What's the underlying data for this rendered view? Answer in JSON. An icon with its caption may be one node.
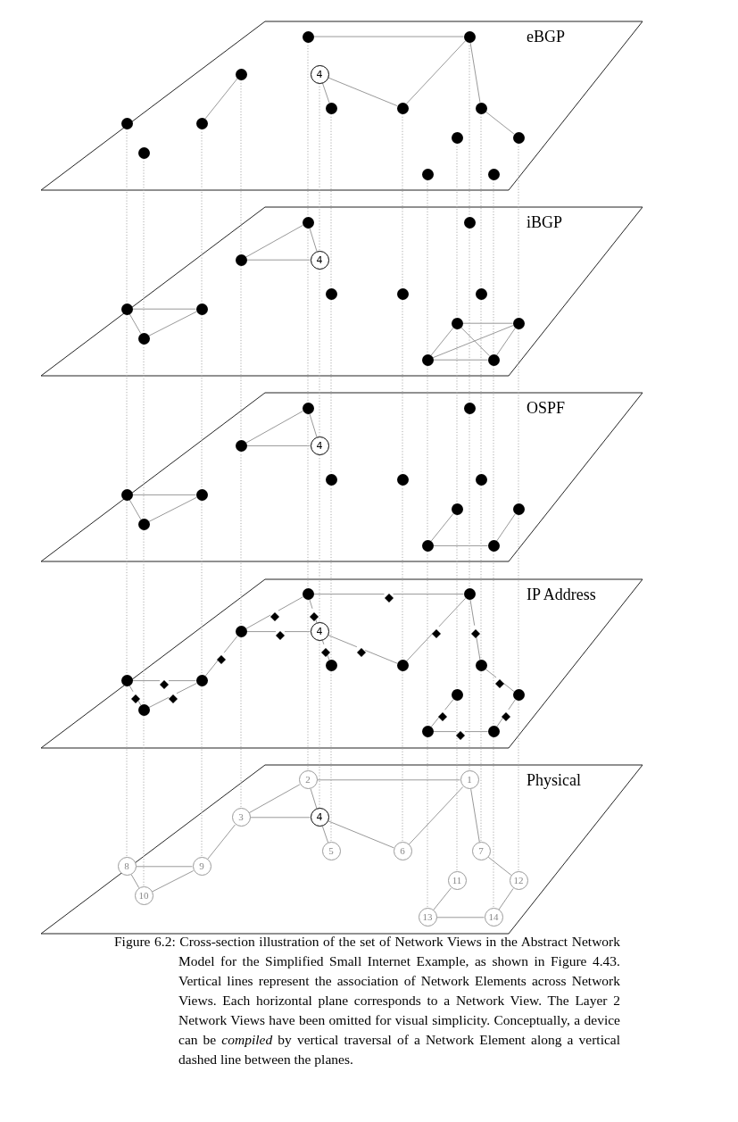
{
  "diagram": {
    "caption": "Figure 6.2: Cross-section illustration of the set of Network Views in the Abstract Network Model for the Simplified Small Internet Example, as shown in Figure 4.43. Vertical lines represent the association of Network Elements across Network Views. Each horizontal plane corresponds to a Network View. The Layer 2 Network Views have been omitted for visual simplicity. Conceptually, a device can be *compiled* by vertical traversal of a Network Element along a vertical dashed line between the planes.",
    "nodes": [
      {
        "text": [
          "eBGP"
        ]
      },
      {
        "text": [],
        "shape": "circle",
        "in": 0
      },
      {
        "text": [],
        "shape": "circle",
        "in": 0
      },
      {
        "text": [],
        "shape": "circle",
        "in": 0
      },
      {
        "text": [
          "4"
        ],
        "in": 0
      },
      {
        "text": [],
        "shape": "circle",
        "in": 0
      },
      {
        "text": [],
        "shape": "circle",
        "in": 0
      },
      {
        "text": [],
        "shape": "circle",
        "in": 0
      },
      {
        "text": [],
        "shape": "circle",
        "in": 0
      },
      {
        "text": [],
        "shape": "circle",
        "in": 0
      },
      {
        "text": [],
        "shape": "circle",
        "in": 0
      },
      {
        "text": [],
        "shape": "circle",
        "in": 0
      },
      {
        "text": [],
        "shape": "circle",
        "in": 0
      },
      {
        "text": [],
        "shape": "circle",
        "in": 0
      },
      {
        "text": [],
        "shape": "circle",
        "in": 0
      },
      {
        "text": [
          "iBGP"
        ]
      },
      {
        "text": [],
        "shape": "circle",
        "in": 15
      },
      {
        "text": [],
        "shape": "circle",
        "in": 15
      },
      {
        "text": [],
        "shape": "circle",
        "in": 15
      },
      {
        "text": [
          "4"
        ],
        "in": 15
      },
      {
        "text": [],
        "shape": "circle",
        "in": 15
      },
      {
        "text": [],
        "shape": "circle",
        "in": 15
      },
      {
        "text": [],
        "shape": "circle",
        "in": 15
      },
      {
        "text": [],
        "shape": "circle",
        "in": 15
      },
      {
        "text": [],
        "shape": "circle",
        "in": 15
      },
      {
        "text": [],
        "shape": "circle",
        "in": 15
      },
      {
        "text": [],
        "shape": "circle",
        "in": 15
      },
      {
        "text": [],
        "shape": "circle",
        "in": 15
      },
      {
        "text": [],
        "shape": "circle",
        "in": 15
      },
      {
        "text": [],
        "shape": "circle",
        "in": 15
      },
      {
        "text": [
          "OSPF"
        ]
      },
      {
        "text": [],
        "shape": "circle",
        "in": 30
      },
      {
        "text": [],
        "shape": "circle",
        "in": 30
      },
      {
        "text": [],
        "shape": "circle",
        "in": 30
      },
      {
        "text": [
          "4"
        ],
        "in": 30
      },
      {
        "text": [],
        "shape": "circle",
        "in": 30
      },
      {
        "text": [],
        "shape": "circle",
        "in": 30
      },
      {
        "text": [],
        "shape": "circle",
        "in": 30
      },
      {
        "text": [],
        "shape": "circle",
        "in": 30
      },
      {
        "text": [],
        "shape": "circle",
        "in": 30
      },
      {
        "text": [],
        "shape": "circle",
        "in": 30
      },
      {
        "text": [],
        "shape": "circle",
        "in": 30
      },
      {
        "text": [],
        "shape": "circle",
        "in": 30
      },
      {
        "text": [],
        "shape": "circle",
        "in": 30
      },
      {
        "text": [],
        "shape": "circle",
        "in": 30
      },
      {
        "text": [
          "IP Address"
        ]
      },
      {
        "text": [],
        "shape": "circle",
        "in": 45
      },
      {
        "text": [],
        "shape": "circle",
        "in": 45
      },
      {
        "text": [],
        "shape": "circle",
        "in": 45
      },
      {
        "text": [
          "4"
        ],
        "in": 45
      },
      {
        "text": [],
        "shape": "circle",
        "in": 45
      },
      {
        "text": [],
        "shape": "circle",
        "in": 45
      },
      {
        "text": [],
        "shape": "circle",
        "in": 45
      },
      {
        "text": [],
        "shape": "circle",
        "in": 45
      },
      {
        "text": [],
        "shape": "circle",
        "in": 45
      },
      {
        "text": [],
        "shape": "circle",
        "in": 45
      },
      {
        "text": [],
        "shape": "circle",
        "in": 45
      },
      {
        "text": [],
        "shape": "circle",
        "in": 45
      },
      {
        "text": [],
        "shape": "circle",
        "in": 45
      },
      {
        "text": [],
        "shape": "circle",
        "in": 45
      },
      {
        "text": [],
        "shape": "diamond",
        "in": 45
      },
      {
        "text": [],
        "shape": "diamond",
        "in": 45
      },
      {
        "text": [],
        "shape": "diamond",
        "in": 45
      },
      {
        "text": [],
        "shape": "diamond",
        "in": 45
      },
      {
        "text": [],
        "shape": "diamond",
        "in": 45
      },
      {
        "text": [],
        "shape": "diamond",
        "in": 45
      },
      {
        "text": [],
        "shape": "diamond",
        "in": 45
      },
      {
        "text": [],
        "shape": "diamond",
        "in": 45
      },
      {
        "text": [],
        "shape": "diamond",
        "in": 45
      },
      {
        "text": [],
        "shape": "diamond",
        "in": 45
      },
      {
        "text": [],
        "shape": "diamond",
        "in": 45
      },
      {
        "text": [],
        "shape": "diamond",
        "in": 45
      },
      {
        "text": [],
        "shape": "diamond",
        "in": 45
      },
      {
        "text": [],
        "shape": "diamond",
        "in": 45
      },
      {
        "text": [],
        "shape": "diamond",
        "in": 45
      },
      {
        "text": [],
        "shape": "diamond",
        "in": 45
      },
      {
        "text": [
          "Physical"
        ]
      },
      {
        "text": [
          "2"
        ],
        "in": 76
      },
      {
        "text": [
          "1"
        ],
        "in": 76
      },
      {
        "text": [
          "3"
        ],
        "in": 76
      },
      {
        "text": [
          "4"
        ],
        "in": 76
      },
      {
        "text": [
          "5"
        ],
        "in": 76
      },
      {
        "text": [
          "6"
        ],
        "in": 76
      },
      {
        "text": [
          "7"
        ],
        "in": 76
      },
      {
        "text": [
          "8"
        ],
        "in": 76
      },
      {
        "text": [
          "9"
        ],
        "in": 76
      },
      {
        "text": [
          "11"
        ],
        "in": 76
      },
      {
        "text": [
          "12"
        ],
        "in": 76
      },
      {
        "text": [
          "10"
        ],
        "in": 76
      },
      {
        "text": [
          "13"
        ],
        "in": 76
      },
      {
        "text": [
          "14"
        ],
        "in": 76
      }
    ],
    "edges": [
      {
        "from": 1,
        "to": 2,
        "arrow": "none"
      },
      {
        "from": 3,
        "to": 9,
        "arrow": "none"
      },
      {
        "from": 4,
        "to": 5,
        "arrow": "none"
      },
      {
        "from": 4,
        "to": 6,
        "arrow": "none"
      },
      {
        "from": 6,
        "to": 2,
        "arrow": "none"
      },
      {
        "from": 2,
        "to": 7,
        "arrow": "none"
      },
      {
        "from": 7,
        "to": 11,
        "arrow": "none"
      },
      {
        "from": 16,
        "to": 18,
        "arrow": "none"
      },
      {
        "from": 16,
        "to": 19,
        "arrow": "none"
      },
      {
        "from": 18,
        "to": 19,
        "arrow": "none"
      },
      {
        "from": 23,
        "to": 24,
        "arrow": "none"
      },
      {
        "from": 23,
        "to": 27,
        "arrow": "none"
      },
      {
        "from": 27,
        "to": 24,
        "arrow": "none"
      },
      {
        "from": 25,
        "to": 26,
        "arrow": "none"
      },
      {
        "from": 25,
        "to": 28,
        "arrow": "none"
      },
      {
        "from": 25,
        "to": 29,
        "arrow": "none"
      },
      {
        "from": 26,
        "to": 28,
        "arrow": "none"
      },
      {
        "from": 26,
        "to": 29,
        "arrow": "none"
      },
      {
        "from": 28,
        "to": 29,
        "arrow": "none"
      },
      {
        "from": 31,
        "to": 33,
        "arrow": "none"
      },
      {
        "from": 31,
        "to": 34,
        "arrow": "none"
      },
      {
        "from": 33,
        "to": 34,
        "arrow": "none"
      },
      {
        "from": 38,
        "to": 39,
        "arrow": "none"
      },
      {
        "from": 38,
        "to": 42,
        "arrow": "none"
      },
      {
        "from": 42,
        "to": 39,
        "arrow": "none"
      },
      {
        "from": 40,
        "to": 43,
        "arrow": "none"
      },
      {
        "from": 43,
        "to": 44,
        "arrow": "none"
      },
      {
        "from": 44,
        "to": 41,
        "arrow": "none"
      },
      {
        "from": 46,
        "to": 60,
        "arrow": "none"
      },
      {
        "from": 60,
        "to": 47,
        "arrow": "none"
      },
      {
        "from": 46,
        "to": 61,
        "arrow": "none"
      },
      {
        "from": 61,
        "to": 49,
        "arrow": "none"
      },
      {
        "from": 46,
        "to": 62,
        "arrow": "none"
      },
      {
        "from": 62,
        "to": 48,
        "arrow": "none"
      },
      {
        "from": 48,
        "to": 63,
        "arrow": "none"
      },
      {
        "from": 63,
        "to": 49,
        "arrow": "none"
      },
      {
        "from": 51,
        "to": 64,
        "arrow": "none"
      },
      {
        "from": 64,
        "to": 47,
        "arrow": "none"
      },
      {
        "from": 47,
        "to": 65,
        "arrow": "none"
      },
      {
        "from": 65,
        "to": 52,
        "arrow": "none"
      },
      {
        "from": 49,
        "to": 66,
        "arrow": "none"
      },
      {
        "from": 66,
        "to": 50,
        "arrow": "none"
      },
      {
        "from": 49,
        "to": 67,
        "arrow": "none"
      },
      {
        "from": 67,
        "to": 51,
        "arrow": "none"
      },
      {
        "from": 48,
        "to": 68,
        "arrow": "none"
      },
      {
        "from": 68,
        "to": 54,
        "arrow": "none"
      },
      {
        "from": 53,
        "to": 69,
        "arrow": "none"
      },
      {
        "from": 69,
        "to": 54,
        "arrow": "none"
      },
      {
        "from": 52,
        "to": 70,
        "arrow": "none"
      },
      {
        "from": 70,
        "to": 56,
        "arrow": "none"
      },
      {
        "from": 53,
        "to": 71,
        "arrow": "none"
      },
      {
        "from": 71,
        "to": 57,
        "arrow": "none"
      },
      {
        "from": 57,
        "to": 72,
        "arrow": "none"
      },
      {
        "from": 72,
        "to": 54,
        "arrow": "none"
      },
      {
        "from": 55,
        "to": 73,
        "arrow": "none"
      },
      {
        "from": 73,
        "to": 58,
        "arrow": "none"
      },
      {
        "from": 56,
        "to": 74,
        "arrow": "none"
      },
      {
        "from": 74,
        "to": 59,
        "arrow": "none"
      },
      {
        "from": 58,
        "to": 75,
        "arrow": "none"
      },
      {
        "from": 75,
        "to": 59,
        "arrow": "none"
      },
      {
        "from": 77,
        "to": 78,
        "arrow": "none"
      },
      {
        "from": 77,
        "to": 79,
        "arrow": "none"
      },
      {
        "from": 77,
        "to": 80,
        "arrow": "none"
      },
      {
        "from": 79,
        "to": 80,
        "arrow": "none"
      },
      {
        "from": 80,
        "to": 81,
        "arrow": "none"
      },
      {
        "from": 80,
        "to": 82,
        "arrow": "none"
      },
      {
        "from": 82,
        "to": 78,
        "arrow": "none"
      },
      {
        "from": 78,
        "to": 83,
        "arrow": "none"
      },
      {
        "from": 79,
        "to": 85,
        "arrow": "none"
      },
      {
        "from": 84,
        "to": 85,
        "arrow": "none"
      },
      {
        "from": 84,
        "to": 88,
        "arrow": "none"
      },
      {
        "from": 88,
        "to": 85,
        "arrow": "none"
      },
      {
        "from": 83,
        "to": 87,
        "arrow": "none"
      },
      {
        "from": 86,
        "to": 89,
        "arrow": "none"
      },
      {
        "from": 89,
        "to": 90,
        "arrow": "none"
      },
      {
        "from": 90,
        "to": 87,
        "arrow": "none"
      },
      {
        "from": 1,
        "to": 16,
        "arrow": "none",
        "style": "dashed"
      },
      {
        "from": 2,
        "to": 17,
        "arrow": "none",
        "style": "dashed"
      },
      {
        "from": 3,
        "to": 18,
        "arrow": "none",
        "style": "dashed"
      },
      {
        "from": 4,
        "to": 19,
        "arrow": "none",
        "style": "dashed"
      },
      {
        "from": 5,
        "to": 20,
        "arrow": "none",
        "style": "dashed"
      },
      {
        "from": 6,
        "to": 21,
        "arrow": "none",
        "style": "dashed"
      },
      {
        "from": 7,
        "to": 22,
        "arrow": "none",
        "style": "dashed"
      },
      {
        "from": 8,
        "to": 23,
        "arrow": "none",
        "style": "dashed"
      },
      {
        "from": 9,
        "to": 24,
        "arrow": "none",
        "style": "dashed"
      },
      {
        "from": 10,
        "to": 25,
        "arrow": "none",
        "style": "dashed"
      },
      {
        "from": 11,
        "to": 26,
        "arrow": "none",
        "style": "dashed"
      },
      {
        "from": 12,
        "to": 27,
        "arrow": "none",
        "style": "dashed"
      },
      {
        "from": 13,
        "to": 28,
        "arrow": "none",
        "style": "dashed"
      },
      {
        "from": 14,
        "to": 29,
        "arrow": "none",
        "style": "dashed"
      },
      {
        "from": 16,
        "to": 31,
        "arrow": "none",
        "style": "dashed"
      },
      {
        "from": 17,
        "to": 32,
        "arrow": "none",
        "style": "dashed"
      },
      {
        "from": 18,
        "to": 33,
        "arrow": "none",
        "style": "dashed"
      },
      {
        "from": 19,
        "to": 34,
        "arrow": "none",
        "style": "dashed"
      },
      {
        "from": 20,
        "to": 35,
        "arrow": "none",
        "style": "dashed"
      },
      {
        "from": 21,
        "to": 36,
        "arrow": "none",
        "style": "dashed"
      },
      {
        "from": 22,
        "to": 37,
        "arrow": "none",
        "style": "dashed"
      },
      {
        "from": 23,
        "to": 38,
        "arrow": "none",
        "style": "dashed"
      },
      {
        "from": 24,
        "to": 39,
        "arrow": "none",
        "style": "dashed"
      },
      {
        "from": 25,
        "to": 40,
        "arrow": "none",
        "style": "dashed"
      },
      {
        "from": 26,
        "to": 41,
        "arrow": "none",
        "style": "dashed"
      },
      {
        "from": 27,
        "to": 42,
        "arrow": "none",
        "style": "dashed"
      },
      {
        "from": 28,
        "to": 43,
        "arrow": "none",
        "style": "dashed"
      },
      {
        "from": 29,
        "to": 44,
        "arrow": "none",
        "style": "dashed"
      },
      {
        "from": 31,
        "to": 46,
        "arrow": "none",
        "style": "dashed"
      },
      {
        "from": 32,
        "to": 47,
        "arrow": "none",
        "style": "dashed"
      },
      {
        "from": 33,
        "to": 48,
        "arrow": "none",
        "style": "dashed"
      },
      {
        "from": 34,
        "to": 49,
        "arrow": "none",
        "style": "dashed"
      },
      {
        "from": 35,
        "to": 50,
        "arrow": "none",
        "style": "dashed"
      },
      {
        "from": 36,
        "to": 51,
        "arrow": "none",
        "style": "dashed"
      },
      {
        "from": 37,
        "to": 52,
        "arrow": "none",
        "style": "dashed"
      },
      {
        "from": 38,
        "to": 53,
        "arrow": "none",
        "style": "dashed"
      },
      {
        "from": 39,
        "to": 54,
        "arrow": "none",
        "style": "dashed"
      },
      {
        "from": 40,
        "to": 55,
        "arrow": "none",
        "style": "dashed"
      },
      {
        "from": 41,
        "to": 56,
        "arrow": "none",
        "style": "dashed"
      },
      {
        "from": 42,
        "to": 57,
        "arrow": "none",
        "style": "dashed"
      },
      {
        "from": 43,
        "to": 58,
        "arrow": "none",
        "style": "dashed"
      },
      {
        "from": 44,
        "to": 59,
        "arrow": "none",
        "style": "dashed"
      },
      {
        "from": 46,
        "to": 77,
        "arrow": "none",
        "style": "dashed"
      },
      {
        "from": 47,
        "to": 78,
        "arrow": "none",
        "style": "dashed"
      },
      {
        "from": 48,
        "to": 79,
        "arrow": "none",
        "style": "dashed"
      },
      {
        "from": 49,
        "to": 80,
        "arrow": "none",
        "style": "dashed"
      },
      {
        "from": 50,
        "to": 81,
        "arrow": "none",
        "style": "dashed"
      },
      {
        "from": 51,
        "to": 82,
        "arrow": "none",
        "style": "dashed"
      },
      {
        "from": 52,
        "to": 83,
        "arrow": "none",
        "style": "dashed"
      },
      {
        "from": 53,
        "to": 84,
        "arrow": "none",
        "style": "dashed"
      },
      {
        "from": 54,
        "to": 85,
        "arrow": "none",
        "style": "dashed"
      },
      {
        "from": 55,
        "to": 86,
        "arrow": "none",
        "style": "dashed"
      },
      {
        "from": 56,
        "to": 87,
        "arrow": "none",
        "style": "dashed"
      },
      {
        "from": 57,
        "to": 88,
        "arrow": "none",
        "style": "dashed"
      },
      {
        "from": 58,
        "to": 89,
        "arrow": "none",
        "style": "dashed"
      },
      {
        "from": 59,
        "to": 90,
        "arrow": "none",
        "style": "dashed"
      }
    ]
  }
}
